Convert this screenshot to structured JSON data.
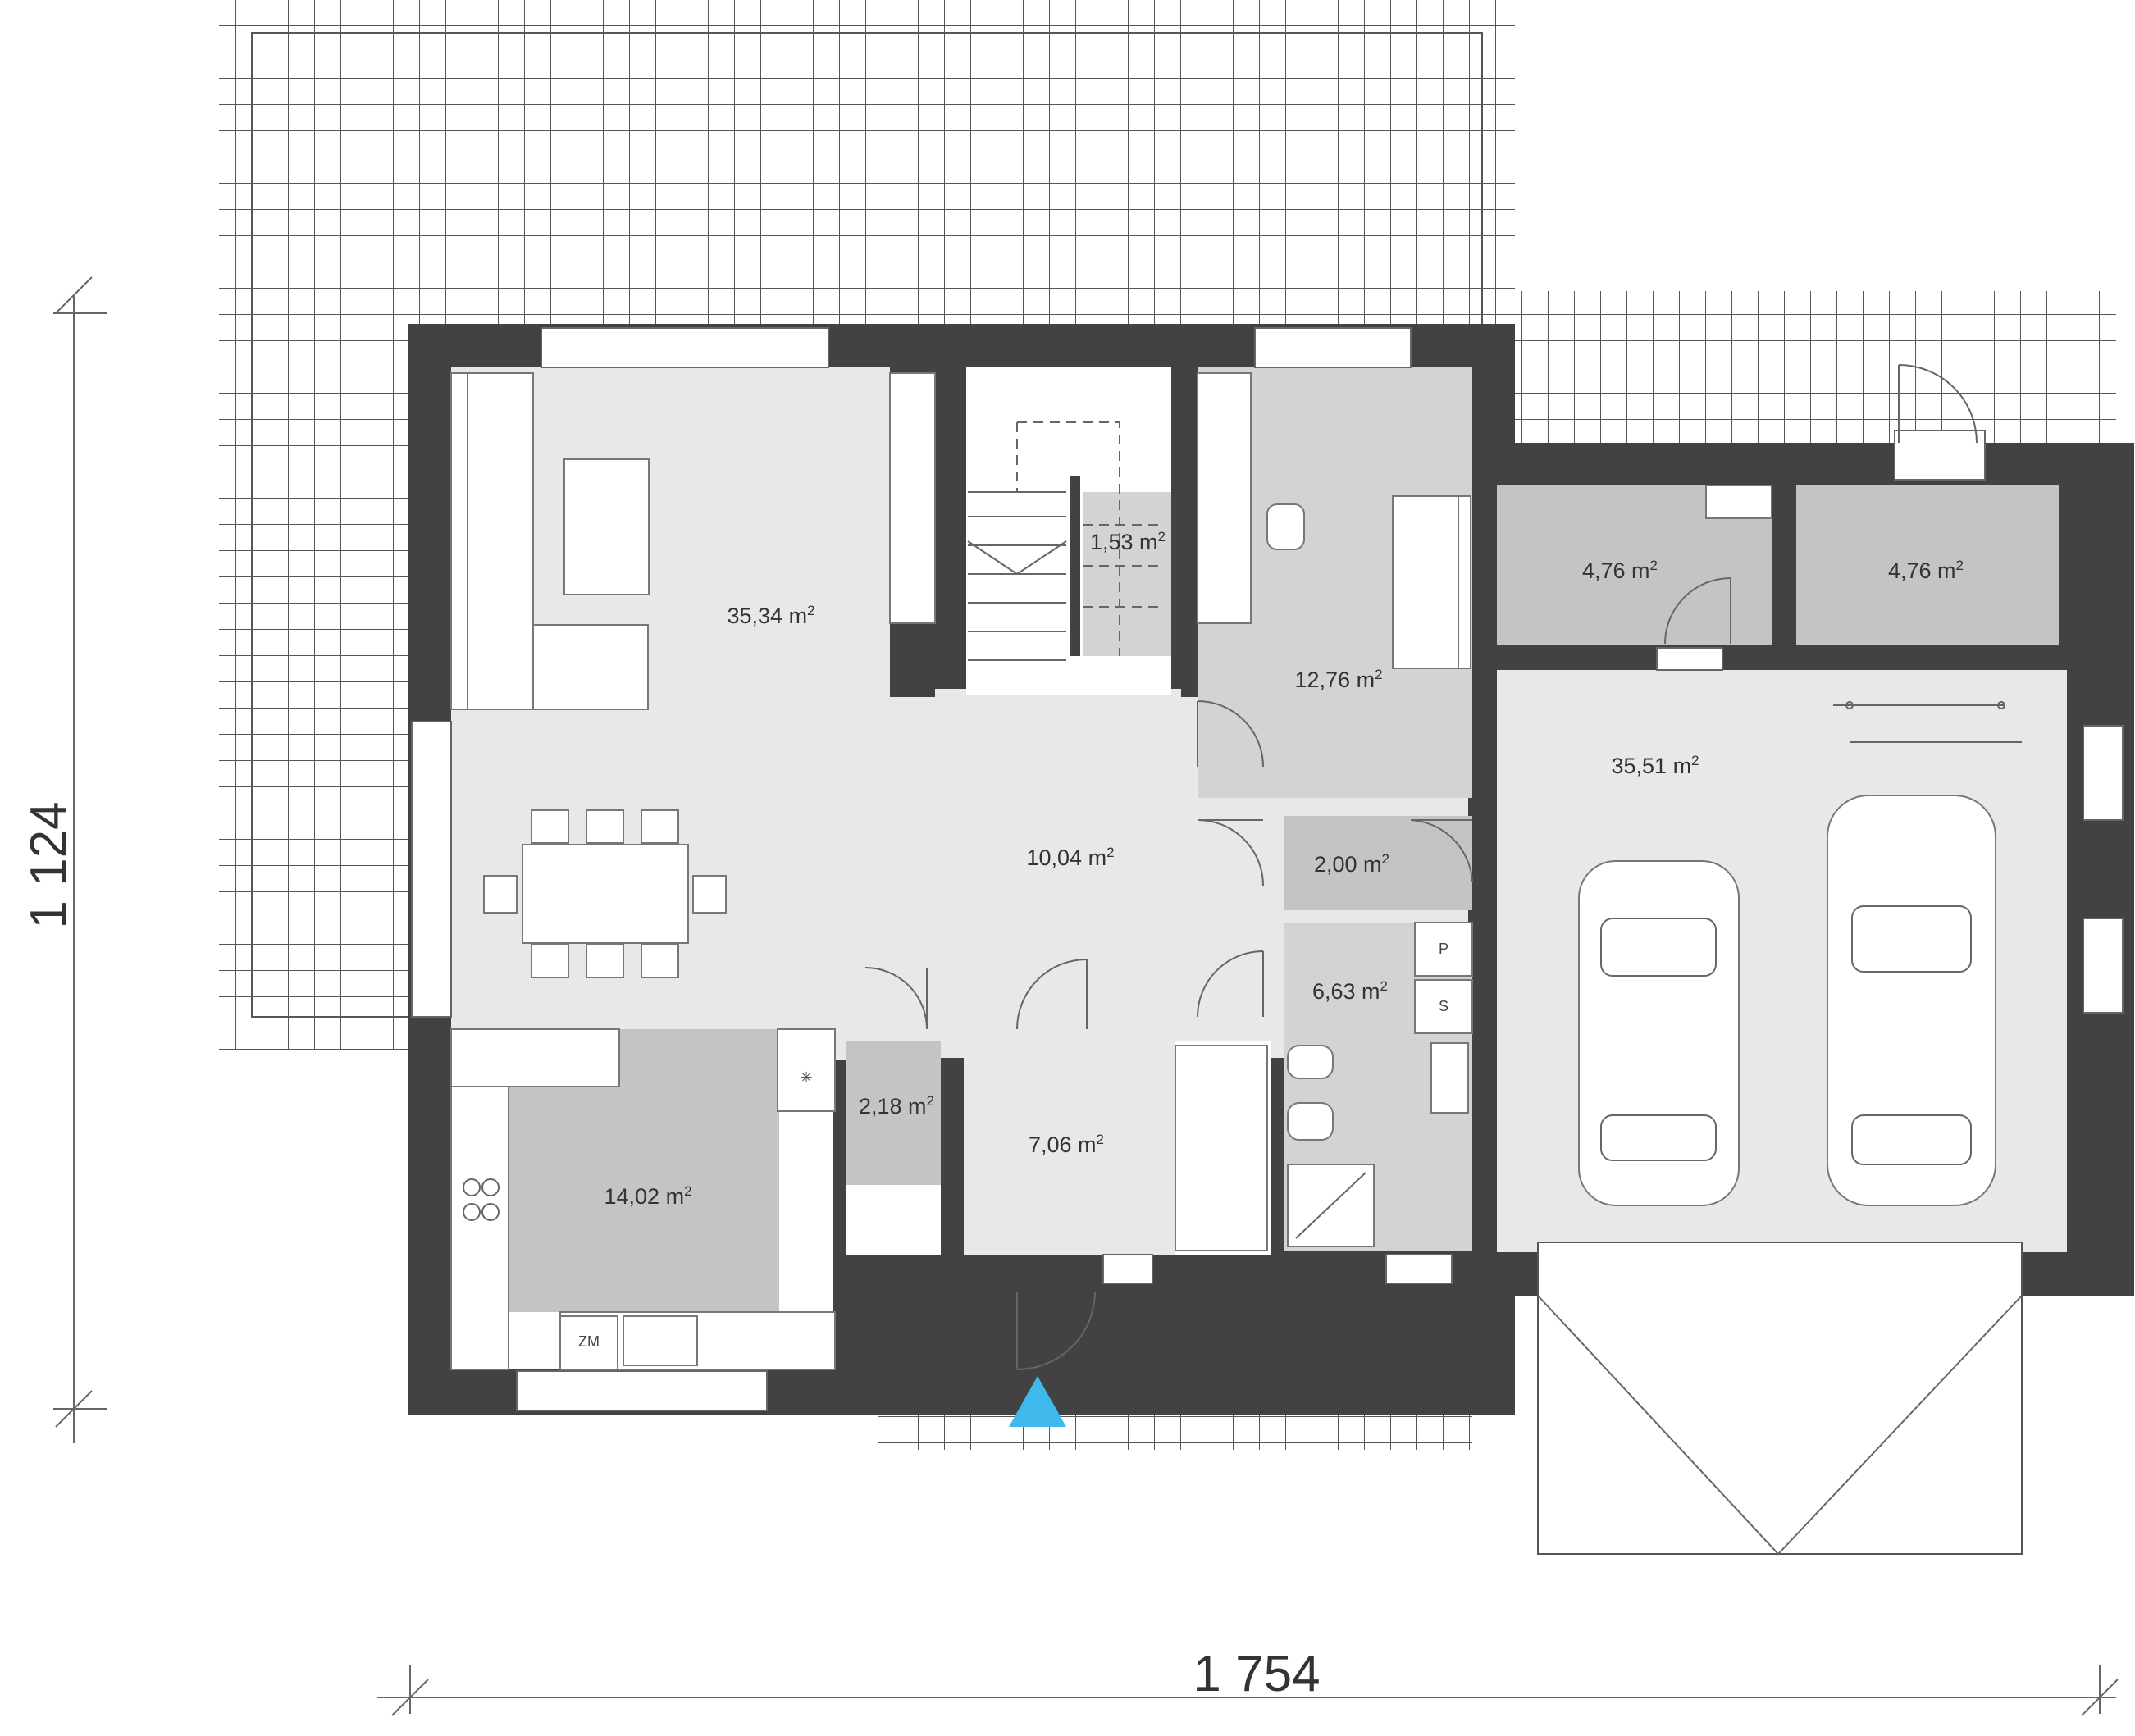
{
  "colors": {
    "wall": "#424244",
    "floor_light": "#e8e8e8",
    "floor_mid": "#d3d3d3",
    "floor_dark": "#c4c4c4",
    "grid_line": "#555555",
    "entrance_marker": "#3fb8ec",
    "background": "#ffffff"
  },
  "dimensions": {
    "width": "1 754",
    "height": "1 124"
  },
  "rooms": [
    {
      "area": "35,34",
      "unit": "m",
      "exp": "2"
    },
    {
      "area": "1,53",
      "unit": "m",
      "exp": "2"
    },
    {
      "area": "12,76",
      "unit": "m",
      "exp": "2"
    },
    {
      "area": "4,76",
      "unit": "m",
      "exp": "2"
    },
    {
      "area": "4,76",
      "unit": "m",
      "exp": "2"
    },
    {
      "area": "35,51",
      "unit": "m",
      "exp": "2"
    },
    {
      "area": "10,04",
      "unit": "m",
      "exp": "2"
    },
    {
      "area": "2,00",
      "unit": "m",
      "exp": "2"
    },
    {
      "area": "6,63",
      "unit": "m",
      "exp": "2"
    },
    {
      "area": "2,18",
      "unit": "m",
      "exp": "2"
    },
    {
      "area": "7,06",
      "unit": "m",
      "exp": "2"
    },
    {
      "area": "14,02",
      "unit": "m",
      "exp": "2"
    }
  ],
  "fixtures": {
    "washer": "P",
    "dryer": "S",
    "dishwasher": "ZM"
  },
  "icons": {
    "entrance": "entrance-triangle-icon",
    "fan": "asterisk-icon"
  }
}
